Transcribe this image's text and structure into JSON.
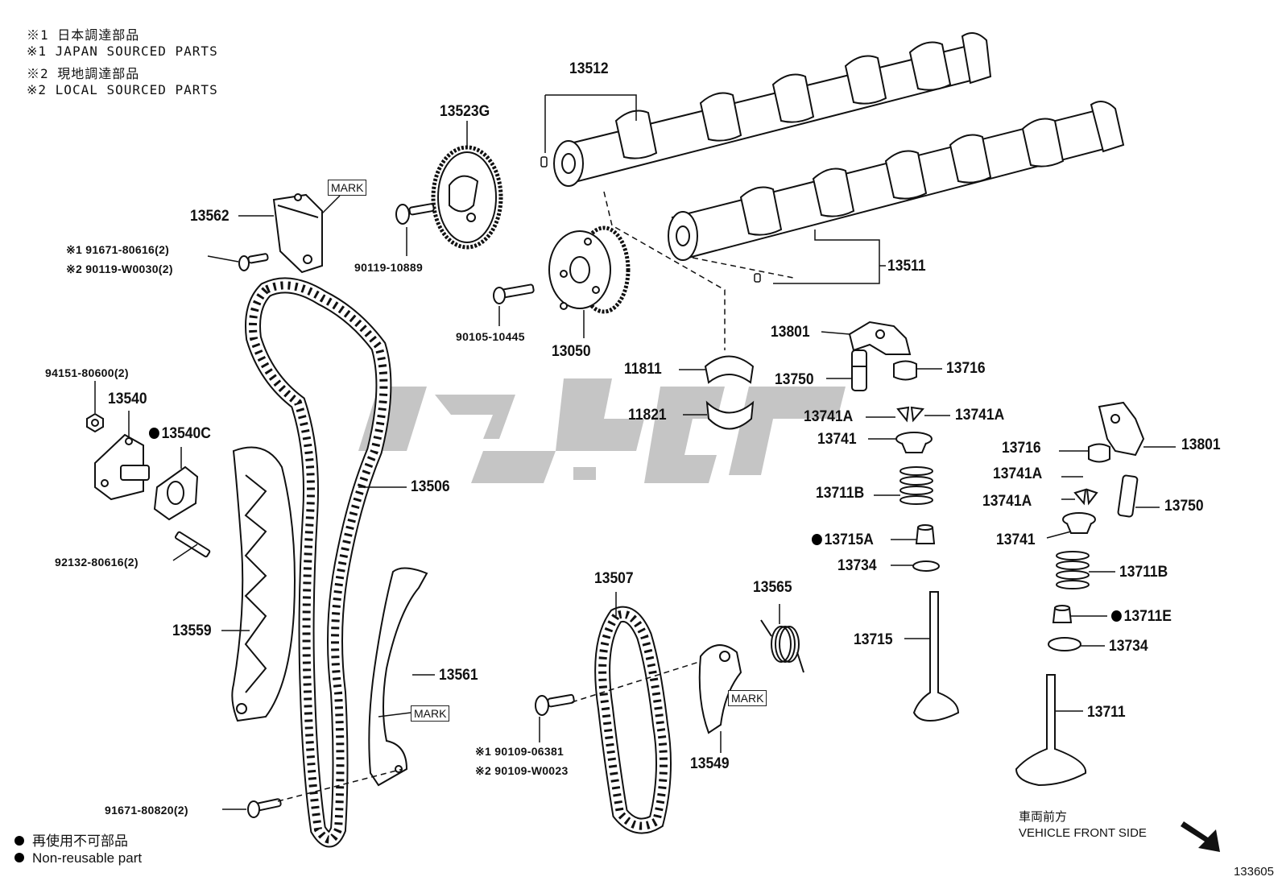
{
  "notes": [
    "※1 日本調達部品",
    "※1 JAPAN SOURCED PARTS",
    "※2 現地調達部品",
    "※2 LOCAL SOURCED PARTS"
  ],
  "part_labels": {
    "p13512": "13512",
    "p13523G": "13523G",
    "p13562": "13562",
    "mark1": "MARK",
    "p91671_80616": "※1 91671-80616(2)",
    "p90119_W0030": "※2 90119-W0030(2)",
    "p90119_10889": "90119-10889",
    "p13511": "13511",
    "p90105_10445": "90105-10445",
    "p13050": "13050",
    "p13801a": "13801",
    "p11811": "11811",
    "p13750a": "13750",
    "p13716a": "13716",
    "p11821": "11821",
    "p13741Aa": "13741A",
    "p13741Ab": "13741A",
    "p13741a": "13741",
    "p94151": "94151-80600(2)",
    "p13540": "13540",
    "p13540C": "13540C",
    "p13506": "13506",
    "p13716b": "13716",
    "p13801b": "13801",
    "p13711Ba": "13711B",
    "p13741Ac": "13741A",
    "p13741Ad": "13741A",
    "p13750b": "13750",
    "p13715A": "13715A",
    "p13741b": "13741",
    "p13734a": "13734",
    "p92132": "92132-80616(2)",
    "p13711Bb": "13711B",
    "p13507": "13507",
    "p13565": "13565",
    "p13711E": "13711E",
    "p13559": "13559",
    "p13715": "13715",
    "p13734b": "13734",
    "p13561": "13561",
    "mark2": "MARK",
    "mark3": "MARK",
    "p13711": "13711",
    "p90109_06381": "※1 90109-06381",
    "p90109_W0023": "※2 90109-W0023",
    "p13549": "13549",
    "p91671_80820": "91671-80820(2)"
  },
  "legend": {
    "jp": "再使用不可部品",
    "en": "Non-reusable part"
  },
  "front": {
    "jp": "車両前方",
    "en": "VEHICLE FRONT SIDE"
  },
  "diagram_id": "133605",
  "colors": {
    "line": "#111111",
    "watermark": "#b9b9b9"
  }
}
